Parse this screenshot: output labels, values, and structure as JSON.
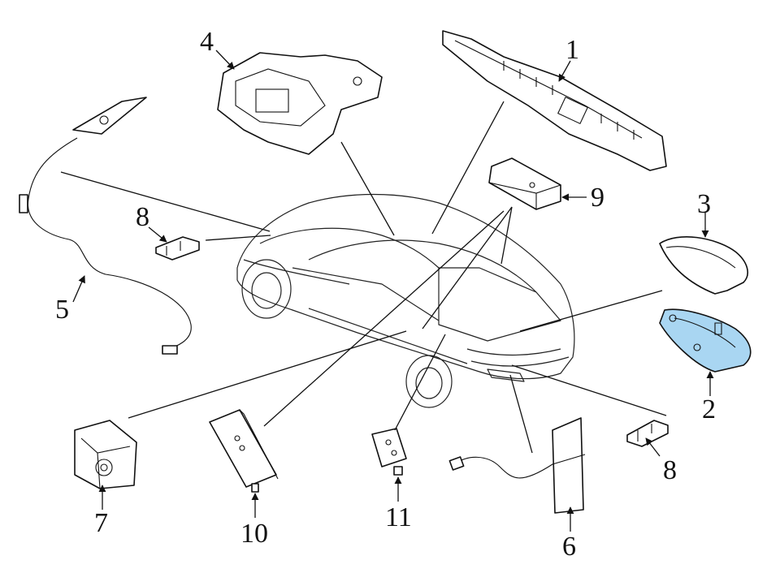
{
  "callouts": [
    {
      "id": "1",
      "text": "1"
    },
    {
      "id": "2",
      "text": "2"
    },
    {
      "id": "3",
      "text": "3"
    },
    {
      "id": "4",
      "text": "4"
    },
    {
      "id": "5",
      "text": "5"
    },
    {
      "id": "6",
      "text": "6"
    },
    {
      "id": "7",
      "text": "7"
    },
    {
      "id": "8a",
      "text": "8"
    },
    {
      "id": "8b",
      "text": "8"
    },
    {
      "id": "9",
      "text": "9"
    },
    {
      "id": "10",
      "text": "10"
    },
    {
      "id": "11",
      "text": "11"
    }
  ],
  "colors": {
    "highlight": "#a9d6f2",
    "line": "#111111",
    "background": "#ffffff"
  }
}
